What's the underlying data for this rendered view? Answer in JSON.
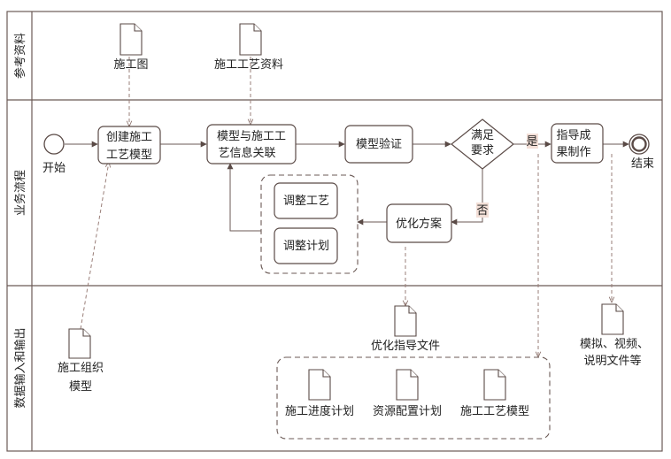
{
  "lanes": {
    "reference": "参考资料",
    "process": "业务流程",
    "io": "数据输入和输出"
  },
  "events": {
    "start": "开始",
    "end": "结束"
  },
  "tasks": {
    "create_model_line1": "创建施工",
    "create_model_line2": "工艺模型",
    "link_info_line1": "模型与施工工",
    "link_info_line2": "艺信息关联",
    "verify": "模型验证",
    "guide_line1": "指导成",
    "guide_line2": "果制作",
    "optimize": "优化方案",
    "adjust_process": "调整工艺",
    "adjust_plan": "调整计划"
  },
  "gateway": {
    "line1": "满足",
    "line2": "要求",
    "yes": "是",
    "no": "否"
  },
  "documents": {
    "construction_drawing": "施工图",
    "process_material": "施工工艺资料",
    "org_model_line1": "施工组织",
    "org_model_line2": "模型",
    "optimization_doc": "优化指导文件",
    "sim_line1": "模拟、视频、",
    "sim_line2": "说明文件等",
    "schedule": "施工进度计划",
    "resource": "资源配置计划",
    "process_model": "施工工艺模型"
  }
}
